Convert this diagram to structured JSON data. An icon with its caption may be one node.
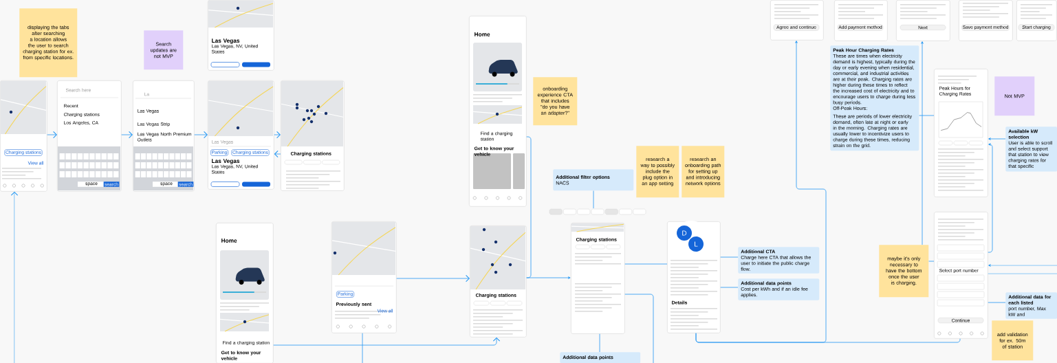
{
  "diagram": {
    "nodes": [
      {
        "text": [
          "Charging stations",
          "View all"
        ]
      },
      {
        "text": [
          "Search here",
          "Recent",
          "Charging stations",
          "Los Angeles, CA",
          "space",
          "search"
        ]
      },
      {
        "text": [
          "La",
          "Las Vegas",
          "Las Vegas Strip",
          "Las Vegas North Premium Outlets",
          "space",
          "search"
        ]
      },
      {
        "text": [
          "Las Vegas",
          "Las Vegas, NV, United States"
        ]
      },
      {
        "text": [
          "Las Vegas",
          "Parking",
          "Charging stations",
          "Las Vegas",
          "Las Vegas, NV, United States"
        ]
      },
      {
        "text": [
          "Charging stations"
        ]
      },
      {
        "text": [
          "displaying the tabs after searching a location allows the user to search charging station for ex. from specific locations."
        ]
      },
      {
        "text": [
          "Search updates are not MVP"
        ]
      },
      {
        "text": [
          "Home",
          "Find a charging station",
          "Get to know your vehicle"
        ]
      },
      {
        "text": [
          "onboarding experience CTA that includes \"do you have an adapter?\""
        ]
      },
      {
        "text": [
          "Additional filter options",
          "NACS"
        ]
      },
      {
        "text": [],
        "shape": "bar"
      },
      {
        "text": [
          "research a way to possibly include the plug option in an app setting"
        ]
      },
      {
        "text": [
          "research an onboarding path for setting up and introducing network options"
        ]
      },
      {
        "text": [
          "Agree and continue"
        ]
      },
      {
        "text": [
          "Add payment method"
        ]
      },
      {
        "text": [
          "Next"
        ]
      },
      {
        "text": [
          "Save payment method"
        ]
      },
      {
        "text": [
          "Start charging"
        ]
      },
      {
        "text": [
          "Peak Hour Charging Rates",
          "These are times when electricity demand is highest, typically during the day or early evening when residential, commercial, and industrial activities are at their peak. Charging rates are higher during these times to reflect the increased cost of electricity and to encourage users to charge during less busy periods.",
          "Off-Peak Hours:",
          "These are periods of lower electricity demand, often late at night or early in the morning. Charging rates are usually lower to incentivize users to charge during these times, reducing strain on the grid."
        ]
      },
      {
        "text": [
          "Peak Hours for Charging Rates"
        ]
      },
      {
        "text": [
          "Not MVP"
        ]
      },
      {
        "text": [
          "Available kW selection",
          "User is able to scroll and select support that station to view charging rates for that specific"
        ]
      },
      {
        "text": [
          "Home",
          "Find a charging station",
          "Get to know your vehicle"
        ]
      },
      {
        "text": [
          "Parking",
          "Previously sent",
          "View all"
        ]
      },
      {
        "text": [
          "Charging stations"
        ]
      },
      {
        "text": [
          "Charging stations"
        ]
      },
      {
        "text": [
          "Details"
        ]
      },
      {
        "text": [
          "Additional CTA",
          "Charge here CTA that allows the user to initiate the public charge flow."
        ]
      },
      {
        "text": [
          "Additional data points",
          "Cost per kWh and if an idle fee applies."
        ]
      },
      {
        "text": [
          "Additional data points"
        ]
      },
      {
        "text": [
          "Select port number",
          "Continue"
        ]
      },
      {
        "text": [
          "maybe it's only necessary to have the bottom once the user is charging."
        ]
      },
      {
        "text": [
          "Additional data for each listed",
          "port number, Max kW and"
        ]
      },
      {
        "text": [
          "add validation for ex. 50m of station"
        ]
      }
    ],
    "edges": [
      {
        "from": 0,
        "to": 1,
        "arrow": "to"
      },
      {
        "from": 1,
        "to": 2,
        "arrow": "to"
      },
      {
        "from": 2,
        "to": 4,
        "arrow": "to"
      },
      {
        "from": 4,
        "to": 5,
        "arrow": "to"
      },
      {
        "from": 5,
        "to": 4,
        "arrow": "to"
      },
      {
        "from": null,
        "to": 0,
        "arrow": "to"
      },
      {
        "from": 24,
        "to": null,
        "arrow": "none"
      },
      {
        "from": 23,
        "to": 25,
        "arrow": "to"
      },
      {
        "from": 24,
        "to": 25,
        "arrow": "to"
      },
      {
        "from": 8,
        "to": 25,
        "arrow": "none"
      },
      {
        "from": 25,
        "to": 26,
        "arrow": "to"
      },
      {
        "from": 10,
        "to": 11,
        "arrow": "none"
      },
      {
        "from": 26,
        "to": 27,
        "arrow": "none"
      },
      {
        "from": 26,
        "to": null,
        "arrow": "none"
      },
      {
        "from": 30,
        "to": 26,
        "arrow": "none"
      },
      {
        "from": 27,
        "to": 28,
        "arrow": "none"
      },
      {
        "from": 27,
        "to": 29,
        "arrow": "none"
      },
      {
        "from": 27,
        "to": 31,
        "arrow": "none"
      },
      {
        "from": 27,
        "to": 14,
        "arrow": "to"
      },
      {
        "from": 32,
        "to": 16,
        "arrow": "to"
      },
      {
        "from": 19,
        "to": 20,
        "arrow": "none"
      },
      {
        "from": 22,
        "to": 20,
        "arrow": "to"
      },
      {
        "from": 31,
        "to": 20,
        "arrow": "to"
      },
      {
        "from": 32,
        "to": 31,
        "arrow": "none"
      },
      {
        "from": null,
        "to": 31,
        "arrow": "to"
      },
      {
        "from": 31,
        "to": null,
        "arrow": "none"
      },
      {
        "from": 33,
        "to": 31,
        "arrow": "none"
      }
    ],
    "labels": [
      "D",
      "L"
    ]
  }
}
